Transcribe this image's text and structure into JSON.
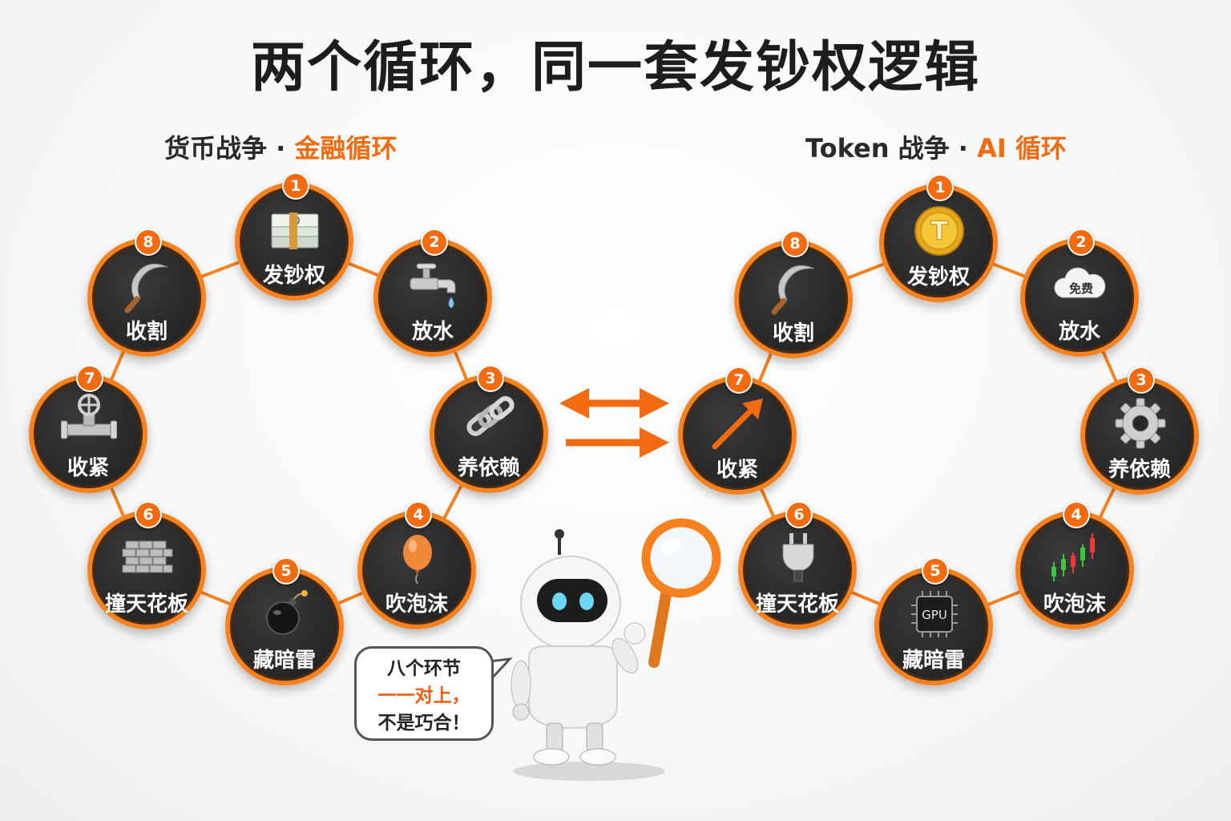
{
  "title": "两个循环，同一套发钞权逻辑",
  "left_cycle": {
    "subtitle_prefix": "货币战争 · ",
    "subtitle_highlight": "金融循环",
    "nodes": [
      {
        "num": "1",
        "label": "发钞权",
        "icon": "cash-stack-icon"
      },
      {
        "num": "2",
        "label": "放水",
        "icon": "faucet-icon"
      },
      {
        "num": "3",
        "label": "养依赖",
        "icon": "chain-link-icon"
      },
      {
        "num": "4",
        "label": "吹泡沫",
        "icon": "balloon-icon"
      },
      {
        "num": "5",
        "label": "藏暗雷",
        "icon": "bomb-icon"
      },
      {
        "num": "6",
        "label": "撞天花板",
        "icon": "brick-wall-icon"
      },
      {
        "num": "7",
        "label": "收紧",
        "icon": "valve-pipe-icon"
      },
      {
        "num": "8",
        "label": "收割",
        "icon": "sickle-icon"
      }
    ]
  },
  "right_cycle": {
    "subtitle_prefix": "Token 战争 · ",
    "subtitle_highlight": "AI 循环",
    "nodes": [
      {
        "num": "1",
        "label": "发钞权",
        "icon": "token-coin-icon",
        "icon_text": "T"
      },
      {
        "num": "2",
        "label": "放水",
        "icon": "cloud-icon",
        "icon_text": "免费"
      },
      {
        "num": "3",
        "label": "养依赖",
        "icon": "gear-icon"
      },
      {
        "num": "4",
        "label": "吹泡沫",
        "icon": "candlestick-chart-icon"
      },
      {
        "num": "5",
        "label": "藏暗雷",
        "icon": "gpu-chip-icon",
        "icon_text": "GPU"
      },
      {
        "num": "6",
        "label": "撞天花板",
        "icon": "power-plug-icon"
      },
      {
        "num": "7",
        "label": "收紧",
        "icon": "up-arrow-icon"
      },
      {
        "num": "8",
        "label": "收割",
        "icon": "sickle-icon"
      }
    ]
  },
  "speech_bubble": {
    "line1": "八个环节",
    "line2": "一一对上，",
    "line3": "不是巧合！"
  },
  "colors": {
    "accent": "#f26b10",
    "ring": "#f5821f",
    "node_fill": "#262626",
    "title": "#1d1d1d"
  }
}
